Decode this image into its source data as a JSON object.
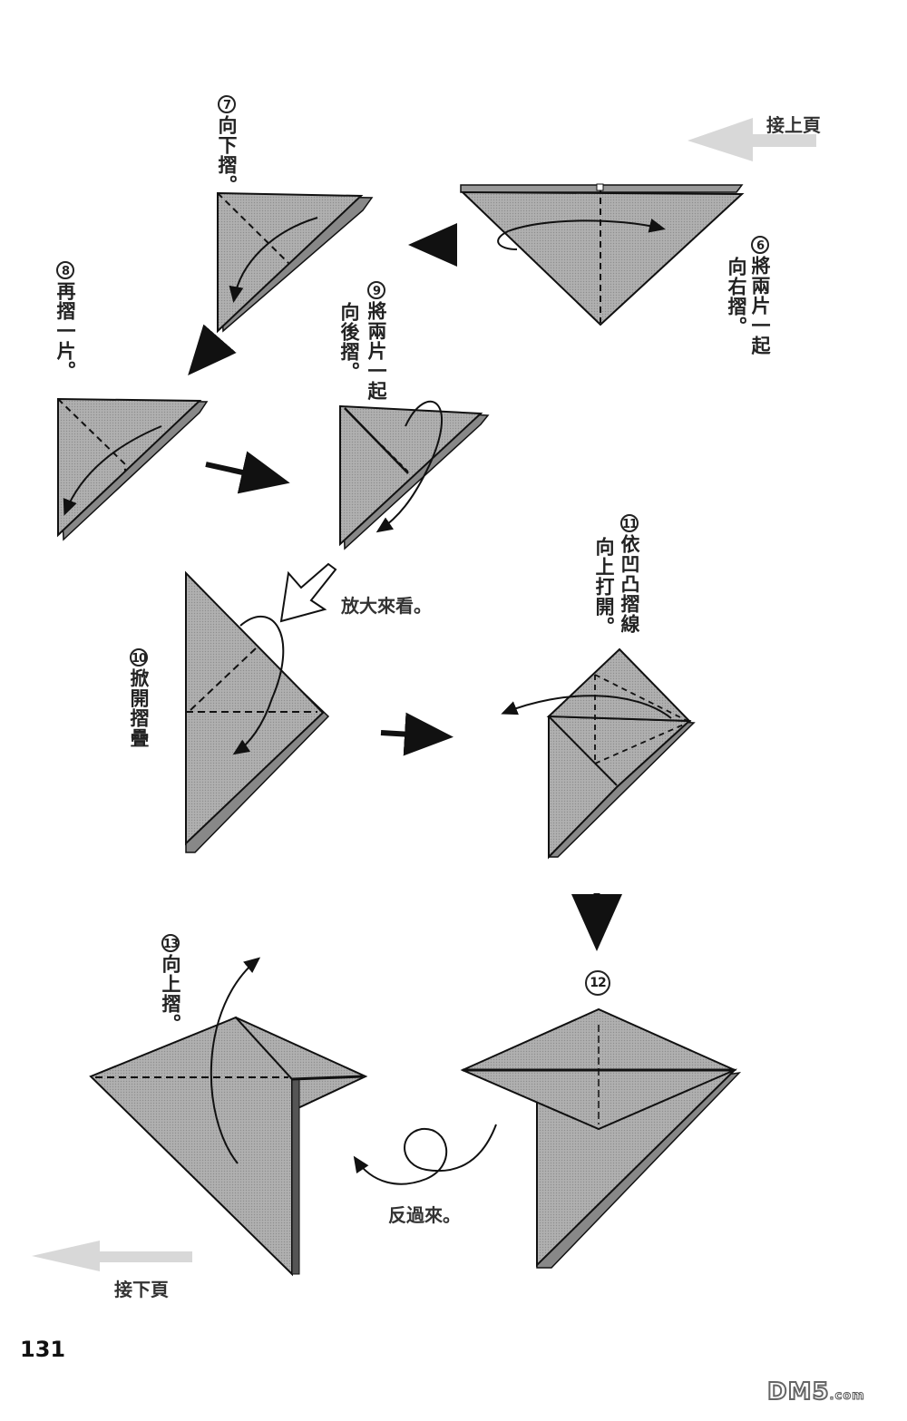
{
  "page": {
    "number": "131",
    "watermark": "DM5",
    "watermark_suffix": ".com",
    "colors": {
      "paper_fill": "#a9a9a9",
      "line": "#1a1a1a",
      "nav_arrow": "#d6d6d6",
      "background": "#ffffff"
    }
  },
  "nav": {
    "continue_from_prev": "接上頁",
    "continue_to_next": "接下頁"
  },
  "steps": [
    {
      "num": "6",
      "line1": "將兩片一起",
      "line2": "向右摺。"
    },
    {
      "num": "7",
      "line1": "向下摺。",
      "line2": ""
    },
    {
      "num": "8",
      "line1": "再摺一片。",
      "line2": ""
    },
    {
      "num": "9",
      "line1": "將兩片一起",
      "line2": "向後摺。"
    },
    {
      "num": "10",
      "line1": "掀開摺疊",
      "line2": ""
    },
    {
      "num": "11",
      "line1": "依凹凸摺線",
      "line2": "向上打開。"
    },
    {
      "num": "12",
      "line1": "",
      "line2": ""
    },
    {
      "num": "13",
      "line1": "向上摺。",
      "line2": ""
    }
  ],
  "annotations": {
    "zoom_in": "放大來看。",
    "turn_over": "反過來。"
  }
}
